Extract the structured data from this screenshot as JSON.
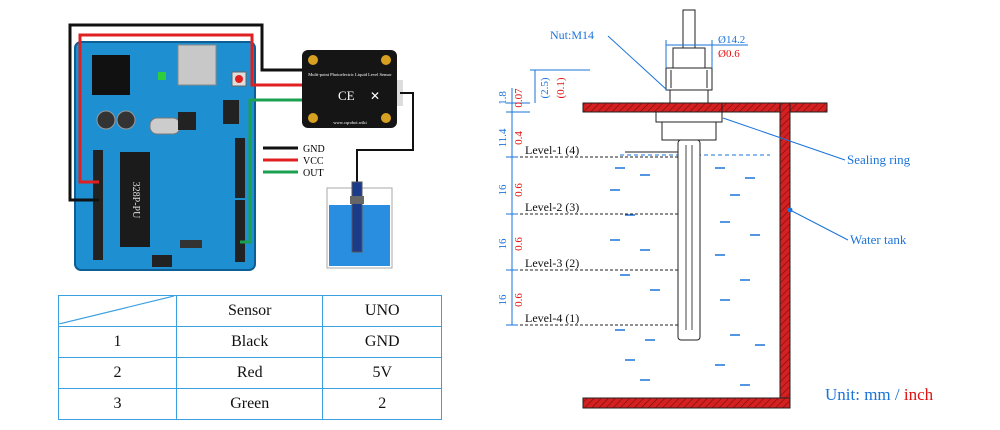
{
  "wiring": {
    "board_chip": "328P-PU",
    "sensor_title": "Multi-point Photoelectric Liquid Level Sensor",
    "sensor_url": "www.cqrobot.wiki",
    "ce_mark": "CE",
    "wire_labels": [
      "GND",
      "VCC",
      "OUT"
    ],
    "colors": {
      "board": "#1e8fd0",
      "black": "#111111",
      "red": "#e02020",
      "green": "#1aa050",
      "water": "#2a8ee0"
    }
  },
  "table": {
    "headers": [
      "",
      "Sensor",
      "UNO"
    ],
    "rows": [
      {
        "no": "1",
        "sensor": "Black",
        "uno": "GND"
      },
      {
        "no": "2",
        "sensor": "Red",
        "uno": "5V"
      },
      {
        "no": "3",
        "sensor": "Green",
        "uno": "2"
      }
    ]
  },
  "drawing": {
    "nut": "Nut:M14",
    "dia1": "Ø14.2",
    "dia2": "Ø0.6",
    "dim_top_mm": "1.8",
    "dim_top_in": "0.07",
    "dim_thread_mm": "(2.5)",
    "dim_thread_in": "(0.1)",
    "dim_gap_mm": "11.4",
    "dim_gap_in": "0.4",
    "dim_step_mm": "16",
    "dim_step_in": "0.6",
    "levels": [
      "Level-1 (4)",
      "Level-2 (3)",
      "Level-3 (2)",
      "Level-4 (1)"
    ],
    "sealing_ring": "Sealing ring",
    "water_tank": "Water tank",
    "unit_prefix": "Unit: mm",
    "unit_sep": " / ",
    "unit_inch": "inch",
    "colors": {
      "blue": "#1a73d9",
      "red": "#e01010",
      "tank": "#d42020"
    }
  }
}
